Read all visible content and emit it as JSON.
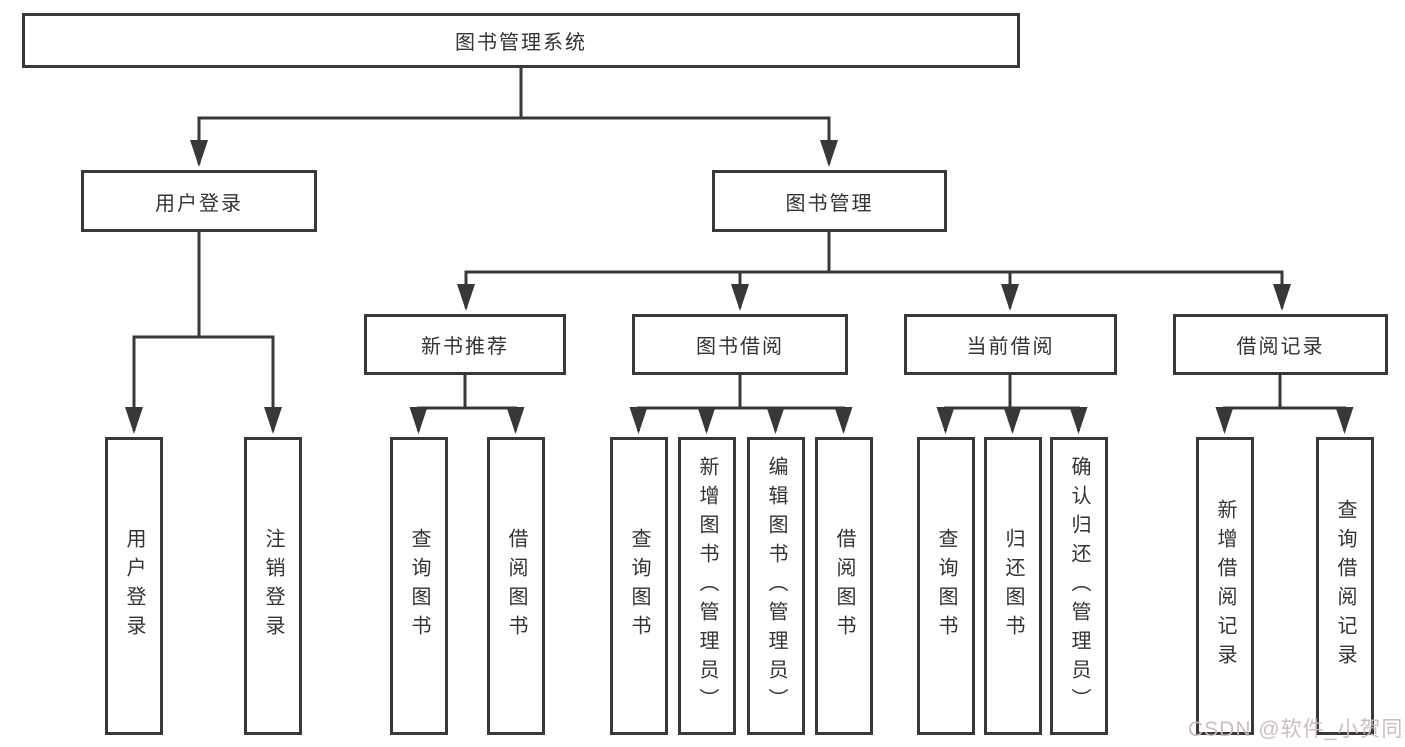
{
  "diagram": {
    "root": {
      "label": "图书管理系统"
    },
    "user_login": {
      "label": "用户登录",
      "children": [
        {
          "label": "用户登录"
        },
        {
          "label": "注销登录"
        }
      ]
    },
    "book_mgmt": {
      "label": "图书管理",
      "children": [
        {
          "label": "新书推荐",
          "children": [
            {
              "label": "查询图书"
            },
            {
              "label": "借阅图书"
            }
          ]
        },
        {
          "label": "图书借阅",
          "children": [
            {
              "label": "查询图书"
            },
            {
              "label": "新增图书（管理员）"
            },
            {
              "label": "编辑图书（管理员）"
            },
            {
              "label": "借阅图书"
            }
          ]
        },
        {
          "label": "当前借阅",
          "children": [
            {
              "label": "查询图书"
            },
            {
              "label": "归还图书"
            },
            {
              "label": "确认归还（管理员）"
            }
          ]
        },
        {
          "label": "借阅记录",
          "children": [
            {
              "label": "新增借阅记录"
            },
            {
              "label": "查询借阅记录"
            }
          ]
        }
      ]
    }
  },
  "watermark": {
    "text": "CSDN @软件_小贺同学"
  },
  "colors": {
    "line": "#383838",
    "box_border": "#383838",
    "text": "#333333",
    "watermark": "#c9b9be",
    "background": "#ffffff"
  }
}
